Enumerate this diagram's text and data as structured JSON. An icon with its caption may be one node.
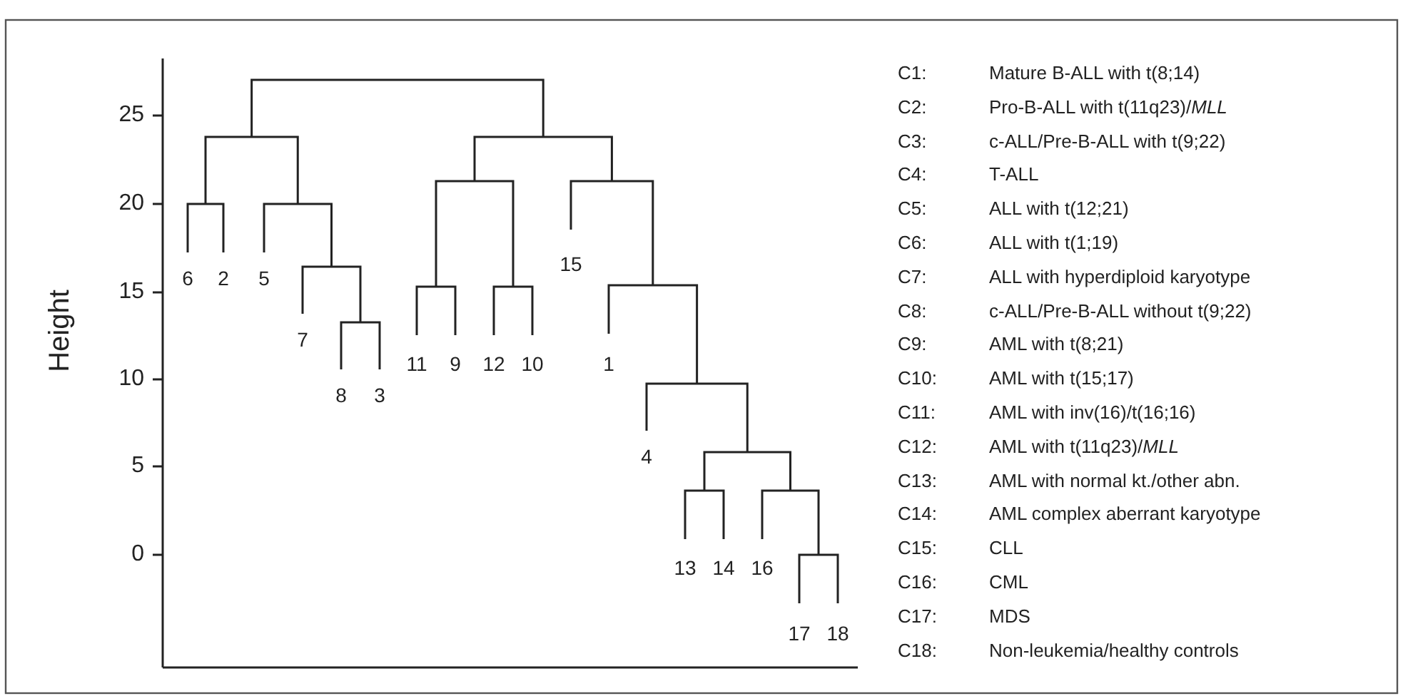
{
  "diagram": {
    "labels": [
      "25",
      "20",
      "15",
      "10",
      "5",
      "0",
      "Height",
      "6",
      "2",
      "5",
      "7",
      "8",
      "3",
      "11",
      "9",
      "12",
      "10",
      "15",
      "1",
      "4",
      "13",
      "14",
      "16",
      "17",
      "18",
      "C1:",
      "Mature B-ALL with t(8;14)",
      "C2:",
      "Pro-B-ALL with t(11q23)/*MLL*",
      "C3:",
      "c-ALL/Pre-B-ALL with t(9;22)",
      "C4:",
      "T-ALL",
      "C5:",
      "ALL with t(12;21)",
      "C6:",
      "ALL with t(1;19)",
      "C7:",
      "ALL with hyperdiploid karyotype",
      "C8:",
      "c-ALL/Pre-B-ALL without t(9;22)",
      "C9:",
      "AML with t(8;21)",
      "C10:",
      "AML with t(15;17)",
      "C11:",
      "AML with inv(16)/t(16;16)",
      "C12:",
      "AML with t(11q23)/*MLL*",
      "C13:",
      "AML with normal kt./other abn.",
      "C14:",
      "AML complex aberrant karyotype",
      "C15:",
      "CLL",
      "C16:",
      "CML",
      "C17:",
      "MDS",
      "C18:",
      "Non-leukemia/healthy controls"
    ]
  }
}
